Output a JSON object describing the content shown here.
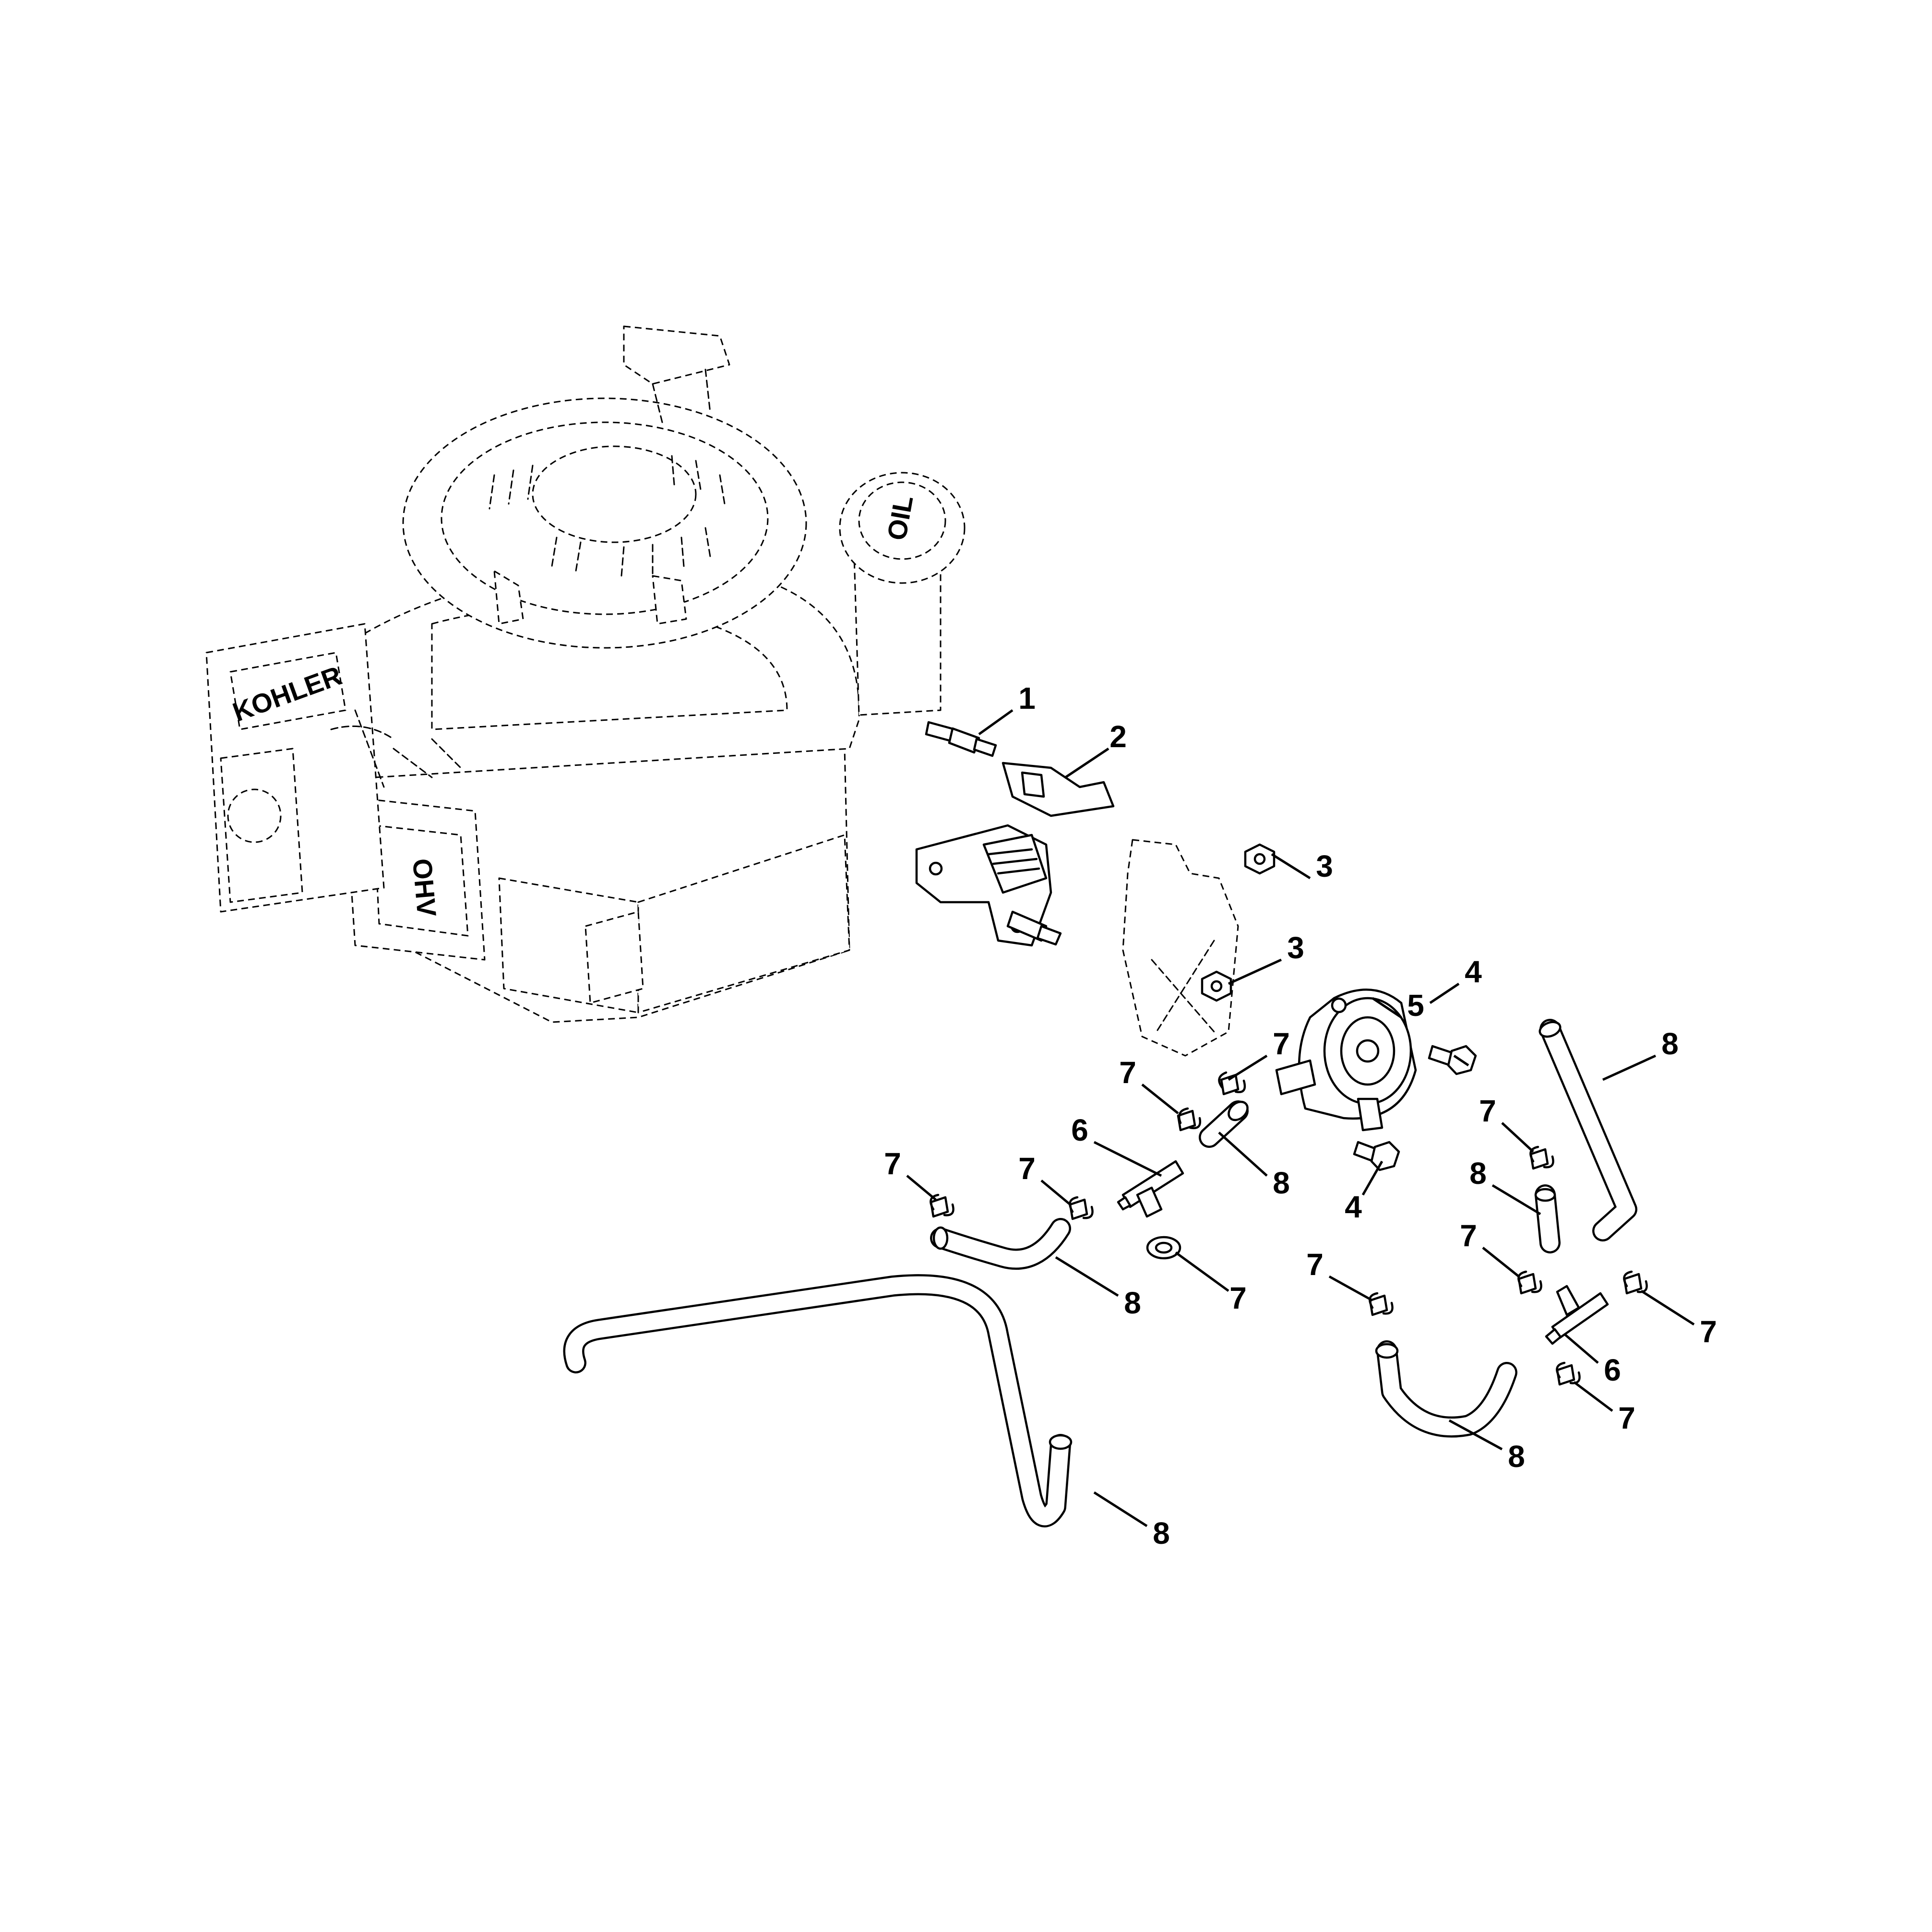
{
  "engine": {
    "name_plate": "KOHLER",
    "valve_cover_marking": "OHV",
    "oil_cap_marking": "OIL"
  },
  "callouts": [
    {
      "id": "c1",
      "text": "1"
    },
    {
      "id": "c2",
      "text": "2"
    },
    {
      "id": "c3a",
      "text": "3"
    },
    {
      "id": "c3b",
      "text": "3"
    },
    {
      "id": "c4a",
      "text": "4"
    },
    {
      "id": "c4b",
      "text": "4"
    },
    {
      "id": "c5",
      "text": "5"
    },
    {
      "id": "c6a",
      "text": "6"
    },
    {
      "id": "c6b",
      "text": "6"
    },
    {
      "id": "c7a",
      "text": "7"
    },
    {
      "id": "c7b",
      "text": "7"
    },
    {
      "id": "c7c",
      "text": "7"
    },
    {
      "id": "c7d",
      "text": "7"
    },
    {
      "id": "c7e",
      "text": "7"
    },
    {
      "id": "c7f",
      "text": "7"
    },
    {
      "id": "c7g",
      "text": "7"
    },
    {
      "id": "c7h",
      "text": "7"
    },
    {
      "id": "c7i",
      "text": "7"
    },
    {
      "id": "c7j",
      "text": "7"
    },
    {
      "id": "c8a",
      "text": "8"
    },
    {
      "id": "c8b",
      "text": "8"
    },
    {
      "id": "c8c",
      "text": "8"
    },
    {
      "id": "c8d",
      "text": "8"
    },
    {
      "id": "c8e",
      "text": "8"
    },
    {
      "id": "c8f",
      "text": "8"
    }
  ]
}
